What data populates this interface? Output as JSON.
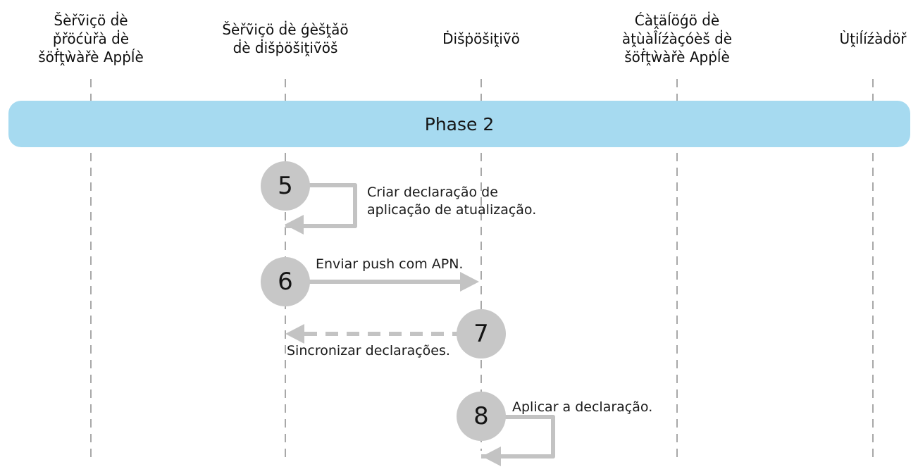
{
  "phase": {
    "label": "Phase 2"
  },
  "lanes": [
    {
      "label": "Šèřṽiçö ḋè\np̌řöćùřà ḋè\nšöḟṱẁàřè Apṗĺè"
    },
    {
      "label": "Šèřṽiçö ḋè ǵèšṱǎö\nḋè ḋišṗöšiṱiṽöš"
    },
    {
      "label": "Ḋišṗöšiṱiṽö"
    },
    {
      "label": "Ćàṱäĺöǵö ḋè\nàṱùàl̂íźàçóèš ḋè\nšöḟṱẁàřè Apṗĺè"
    },
    {
      "label": "Ùṱiĺíźàḋöř"
    }
  ],
  "steps": [
    {
      "number": "5",
      "label": "Criar declaração de\naplicação de atualização.",
      "arrow": "self-loop",
      "lane": "device-management-service"
    },
    {
      "number": "6",
      "label": "Enviar push com APN.",
      "arrow": "solid-right",
      "lane": "device-management-service-to-device"
    },
    {
      "number": "7",
      "label": "Sincronizar declarações.",
      "arrow": "dashed-left",
      "lane": "device-to-device-management-service"
    },
    {
      "number": "8",
      "label": "Aplicar a declaração.",
      "arrow": "self-loop",
      "lane": "device"
    }
  ],
  "colors": {
    "phase_banner": "#a6daf0",
    "step_circle": "#c7c7c7",
    "arrow": "#c3c3c3",
    "lifeline": "#a8a8a8",
    "text": "#111111"
  }
}
